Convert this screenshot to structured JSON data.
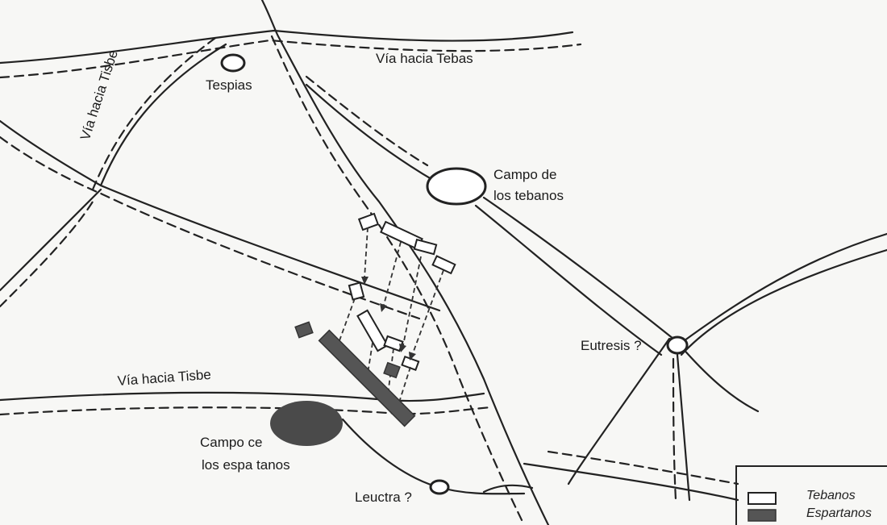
{
  "map": {
    "roads": {
      "via_tebas": "Vía hacia Tebas",
      "via_tisbe_north": "Vía hacia Tisbe",
      "via_tisbe_south": "Vía hacia Tisbe"
    },
    "places": {
      "tespias": "Tespias",
      "campo_tebanos_line1": "Campo de",
      "campo_tebanos_line2": "los tebanos",
      "eutresis": "Eutresis ?",
      "campo_espartanos_line1": "Campo ce",
      "campo_espartanos_line2": "los espa tanos",
      "leuctra": "Leuctra ?"
    },
    "legend": {
      "tebanos": "Tebanos",
      "espartanos": "Espartanos"
    },
    "colors": {
      "ink": "#222222",
      "spartan_fill": "#555555",
      "theban_fill": "#ffffff"
    }
  }
}
